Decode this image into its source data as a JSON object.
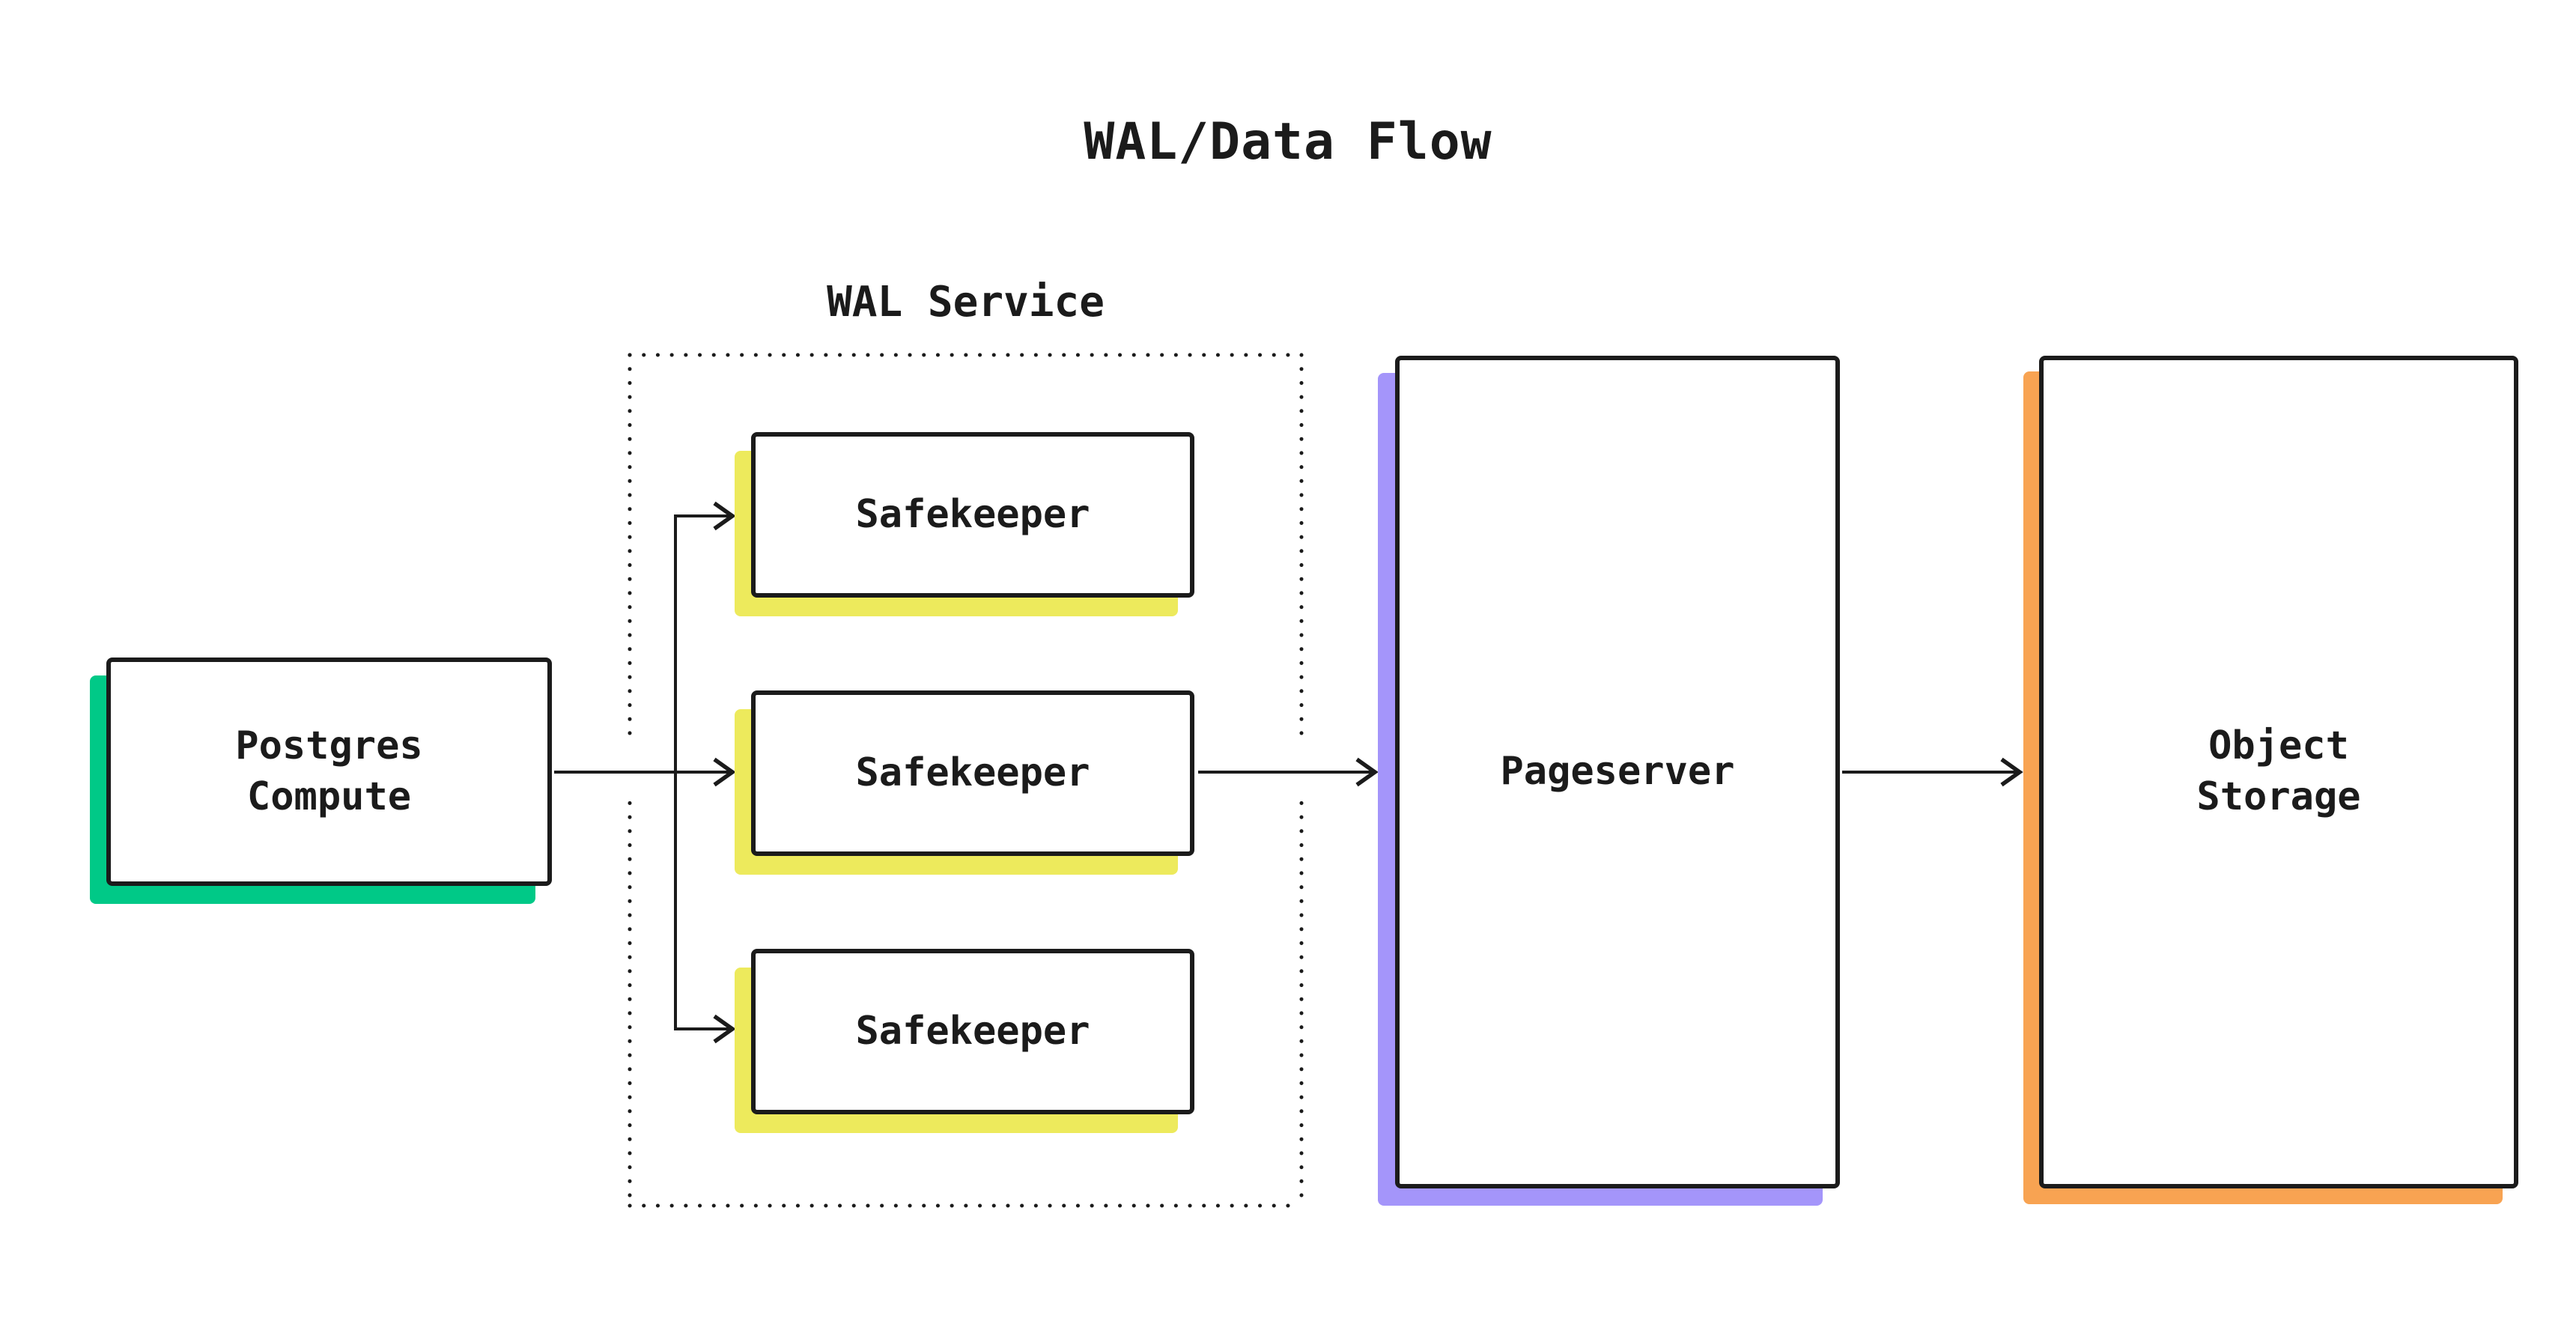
{
  "title": "WAL/Data Flow",
  "wal_service": {
    "label": "WAL Service"
  },
  "nodes": {
    "postgres_compute": {
      "label": "Postgres\nCompute",
      "accent": "#00C987"
    },
    "safekeepers": [
      {
        "label": "Safekeeper",
        "accent": "#EDEA5C"
      },
      {
        "label": "Safekeeper",
        "accent": "#EDEA5C"
      },
      {
        "label": "Safekeeper",
        "accent": "#EDEA5C"
      }
    ],
    "pageserver": {
      "label": "Pageserver",
      "accent": "#A495FA"
    },
    "object_storage": {
      "label": "Object\nStorage",
      "accent": "#F8A352"
    }
  },
  "colors": {
    "background": "#FFFFFF",
    "ink": "#1B1B1B",
    "green": "#00C987",
    "yellow": "#EDEA5C",
    "purple": "#A495FA",
    "orange": "#F8A352"
  }
}
